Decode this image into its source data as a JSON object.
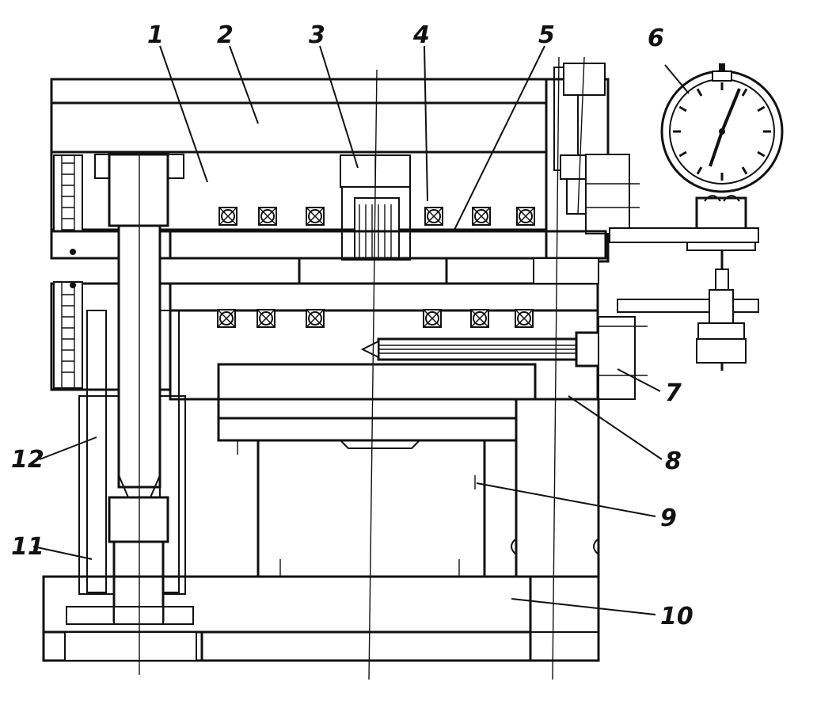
{
  "labels": {
    "l1": "1",
    "l2": "2",
    "l3": "3",
    "l4": "4",
    "l5": "5",
    "l6": "6",
    "l7": "7",
    "l8": "8",
    "l9": "9",
    "l10": "10",
    "l11": "11",
    "l12": "12"
  },
  "colors": {
    "ink": "#111111",
    "paper": "#ffffff"
  }
}
